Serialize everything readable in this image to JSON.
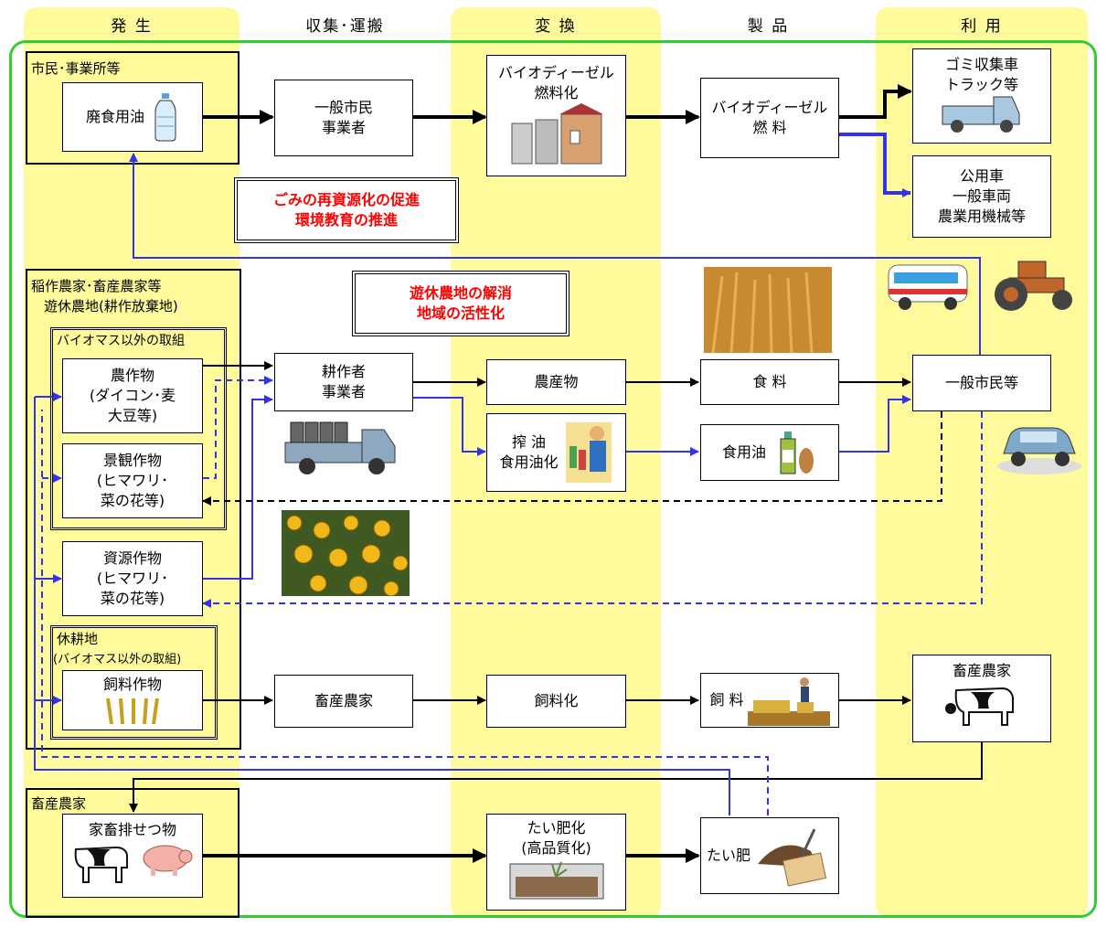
{
  "columns": {
    "hassei": "発 生",
    "shushu": "収集･運搬",
    "henkan": "変 換",
    "seihin": "製 品",
    "riyou": "利 用"
  },
  "groups": {
    "citizens": "市民･事業所等",
    "farmers_line1": "稲作農家･畜産農家等",
    "farmers_line2": "遊休農地(耕作放棄地)",
    "non_biomass": "バイオマス以外の取組",
    "fallow": "休耕地",
    "fallow_sub": "(バイオマス以外の取組)",
    "livestock": "畜産農家"
  },
  "nodes": {
    "waste_oil": "廃食用油",
    "citizen_biz": [
      "一般市民",
      "事業者"
    ],
    "bdf_process": [
      "バイオディーゼル",
      "燃料化"
    ],
    "bdf_fuel": [
      "バイオディーゼル",
      "燃 料"
    ],
    "garbage_truck": [
      "ゴミ収集車",
      "トラック等"
    ],
    "public_vehicle": [
      "公用車",
      "一般車両",
      "農業用機械等"
    ],
    "crops": [
      "農作物",
      "(ダイコン･麦",
      "大豆等)"
    ],
    "landscape": [
      "景観作物",
      "(ヒマワリ･",
      "菜の花等)"
    ],
    "resource": [
      "資源作物",
      "(ヒマワリ･",
      "菜の花等)"
    ],
    "feed_crop": "飼料作物",
    "cultivator": [
      "耕作者",
      "事業者"
    ],
    "produce": "農産物",
    "pressing": [
      "搾 油",
      "食用油化"
    ],
    "food": "食 料",
    "edible_oil": "食用油",
    "general_public": "一般市民等",
    "livestock_farmer": "畜産農家",
    "feed_process": "飼料化",
    "feed": "飼 料",
    "livestock_farmer_use": "畜産農家",
    "manure": "家畜排せつ物",
    "compost_process": [
      "たい肥化",
      "(高品質化)"
    ],
    "compost": "たい肥"
  },
  "callouts": {
    "recycle": [
      "ごみの再資源化の促進",
      "環境教育の推進"
    ],
    "idle_land": [
      "遊休農地の解消",
      "地域の活性化"
    ]
  },
  "colors": {
    "column_bg": "#fffb9c",
    "outer_border": "#33cc33",
    "blue_line": "#3333ee",
    "callout_text": "#ff0000"
  }
}
